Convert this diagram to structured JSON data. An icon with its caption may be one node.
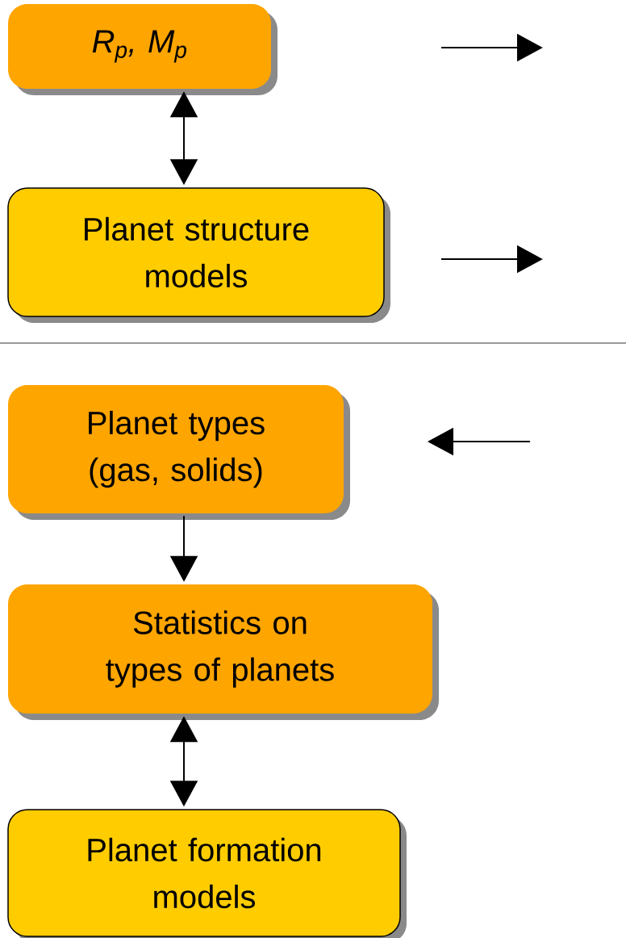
{
  "diagram": {
    "nodes": [
      {
        "text": [
          "R$_{p}$, M$_{p}$"
        ]
      },
      {
        "text": [
          "Planet structure models"
        ]
      },
      {
        "text": [
          "Planet types (gas, solids)"
        ]
      },
      {
        "text": [
          "Statistics on types of planets"
        ]
      },
      {
        "text": [
          "Planet formation models"
        ]
      }
    ],
    "edges": [
      {
        "from": 0,
        "to": 1,
        "arrow": "both"
      },
      {
        "from": 2,
        "to": 3,
        "arrow": "to"
      },
      {
        "from": 3,
        "to": 4,
        "arrow": "both"
      }
    ]
  }
}
